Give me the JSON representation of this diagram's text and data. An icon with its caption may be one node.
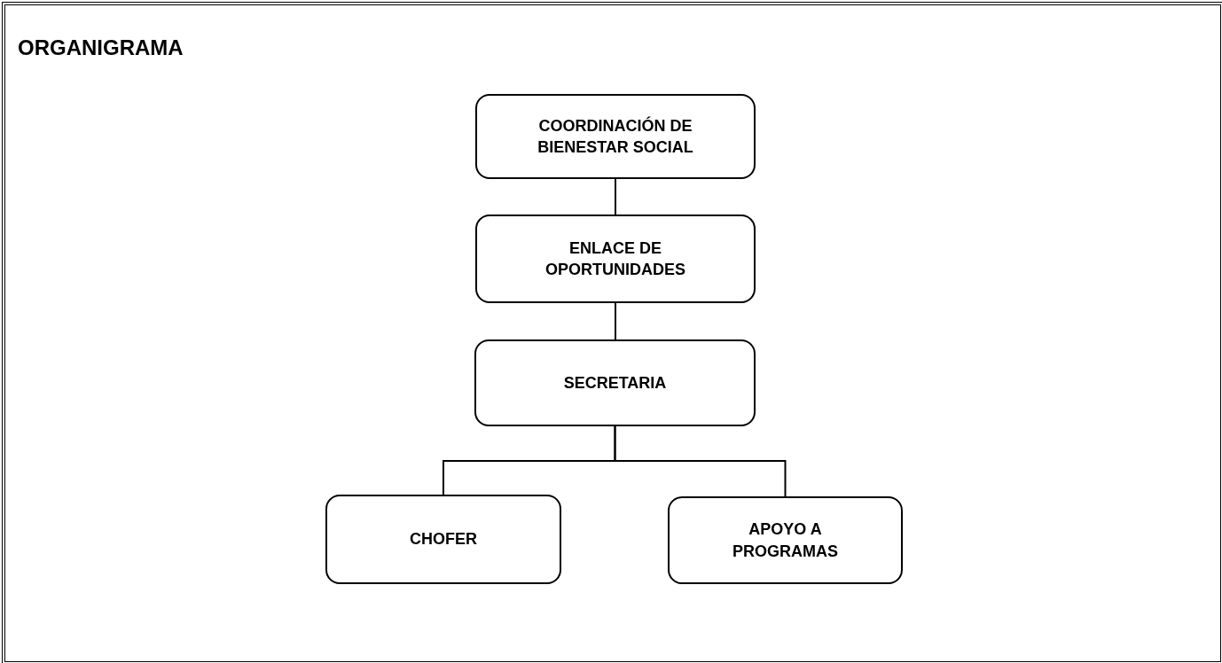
{
  "diagram": {
    "title": "ORGANIGRAMA",
    "nodes": [
      {
        "text": [
          "COORDINACIÓN DE BIENESTAR SOCIAL"
        ]
      },
      {
        "text": [
          "ENLACE DE OPORTUNIDADES"
        ]
      },
      {
        "text": [
          "SECRETARIA"
        ]
      },
      {
        "text": [
          "CHOFER"
        ]
      },
      {
        "text": [
          "APOYO A PROGRAMAS"
        ]
      }
    ],
    "edges": [
      {
        "from": 0,
        "to": 1,
        "arrow": "none"
      },
      {
        "from": 1,
        "to": 2,
        "arrow": "none"
      },
      {
        "from": 2,
        "to": 3,
        "arrow": "none"
      },
      {
        "from": 2,
        "to": 4,
        "arrow": "none"
      }
    ]
  }
}
